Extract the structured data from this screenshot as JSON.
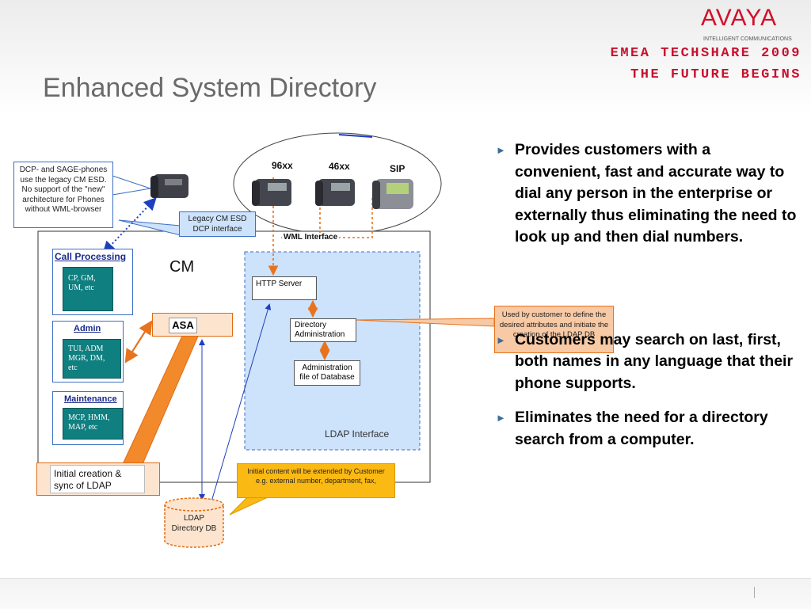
{
  "slide": {
    "title": "Enhanced System Directory",
    "brand": {
      "logo": "AVAYA",
      "tagline": "INTELLIGENT COMMUNICATIONS"
    },
    "conference": {
      "line1": "EMEA TECHSHARE 2009",
      "line2": "THE FUTURE BEGINS"
    }
  },
  "bullets": [
    "Provides customers with a convenient, fast and accurate way to dial any person in the enterprise or externally thus eliminating the need to look up and then dial numbers.",
    "Customers may search on last, first, both names in any language that their phone supports.",
    "Eliminates the need for a directory search from a computer."
  ],
  "diagram": {
    "phones": {
      "p1": "96xx",
      "p2": "46xx",
      "p3": "SIP"
    },
    "callout_dcp": "DCP- and SAGE-phones use the legacy CM ESD. No support of the \"new\" architecture for Phones without WML-browser",
    "legacy_box": "Legacy CM ESD DCP interface",
    "wml": "WML Interface",
    "cm": "CM",
    "call_processing": {
      "title": "Call Processing",
      "content": "CP, GM, UM, etc"
    },
    "admin": {
      "title": "Admin",
      "content": "TUI, ADM MGR, DM, etc"
    },
    "maintenance": {
      "title": "Maintenance",
      "content": "MCP, HMM, MAP, etc"
    },
    "asa": "ASA",
    "http_server": "HTTP Server",
    "dir_admin": "Directory Administration",
    "admin_file": "Administration file of Database",
    "ldap_interface": "LDAP Interface",
    "callout_customer": "Used by customer to define the desired attributes and initiate the creation of the LDAP DB",
    "initial_sync": "Initial creation & sync of LDAP",
    "callout_content": "Initial content will be extended by Customer e.g. external number, department, fax,",
    "ldap_db": "LDAP Directory DB"
  },
  "colors": {
    "accent_red": "#c8102e",
    "teal": "#0f7f80",
    "ldap_blue": "#cde2fb",
    "callout_orange": "#f7c9a4",
    "callout_yellow": "#fbb914"
  },
  "icons": [
    "desk-phone-icon",
    "bullet-arrow-icon"
  ]
}
